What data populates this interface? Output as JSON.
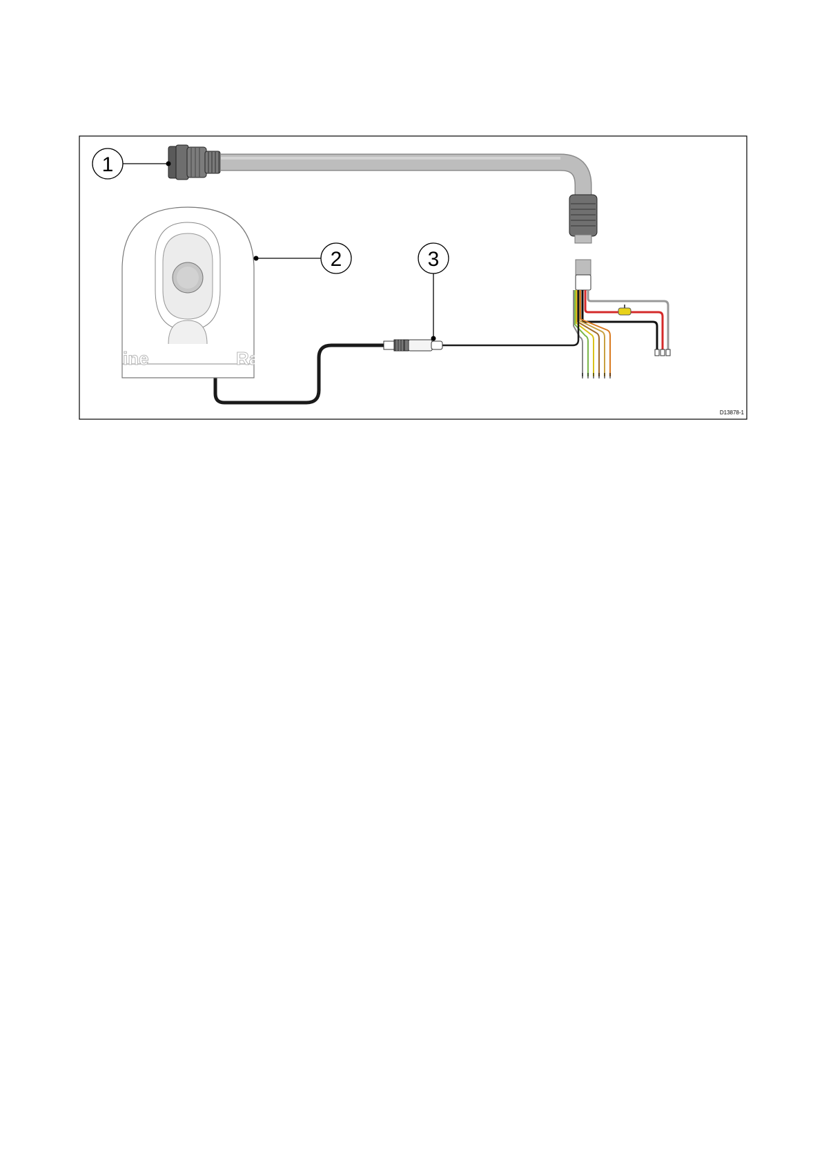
{
  "diagram": {
    "callouts": [
      {
        "label": "1",
        "target": "cable-end-connector"
      },
      {
        "label": "2",
        "target": "camera-unit"
      },
      {
        "label": "3",
        "target": "inline-video-connector"
      }
    ],
    "reference_code": "D13878-1",
    "brand_fragments": {
      "left": "ine",
      "right": "Ray"
    },
    "wire_colors": {
      "main_cable": "#b4b4b4",
      "video_cable": "#1a1a1a",
      "power_red": "#d42a2a",
      "power_black": "#111111",
      "power_grey": "#9a9a9a",
      "fuse_yellow": "#e8d21a",
      "data_wires": [
        "#d97a20",
        "#c8a040",
        "#7ab648",
        "#d9c21a",
        "#a06a2a",
        "#888888"
      ]
    }
  }
}
